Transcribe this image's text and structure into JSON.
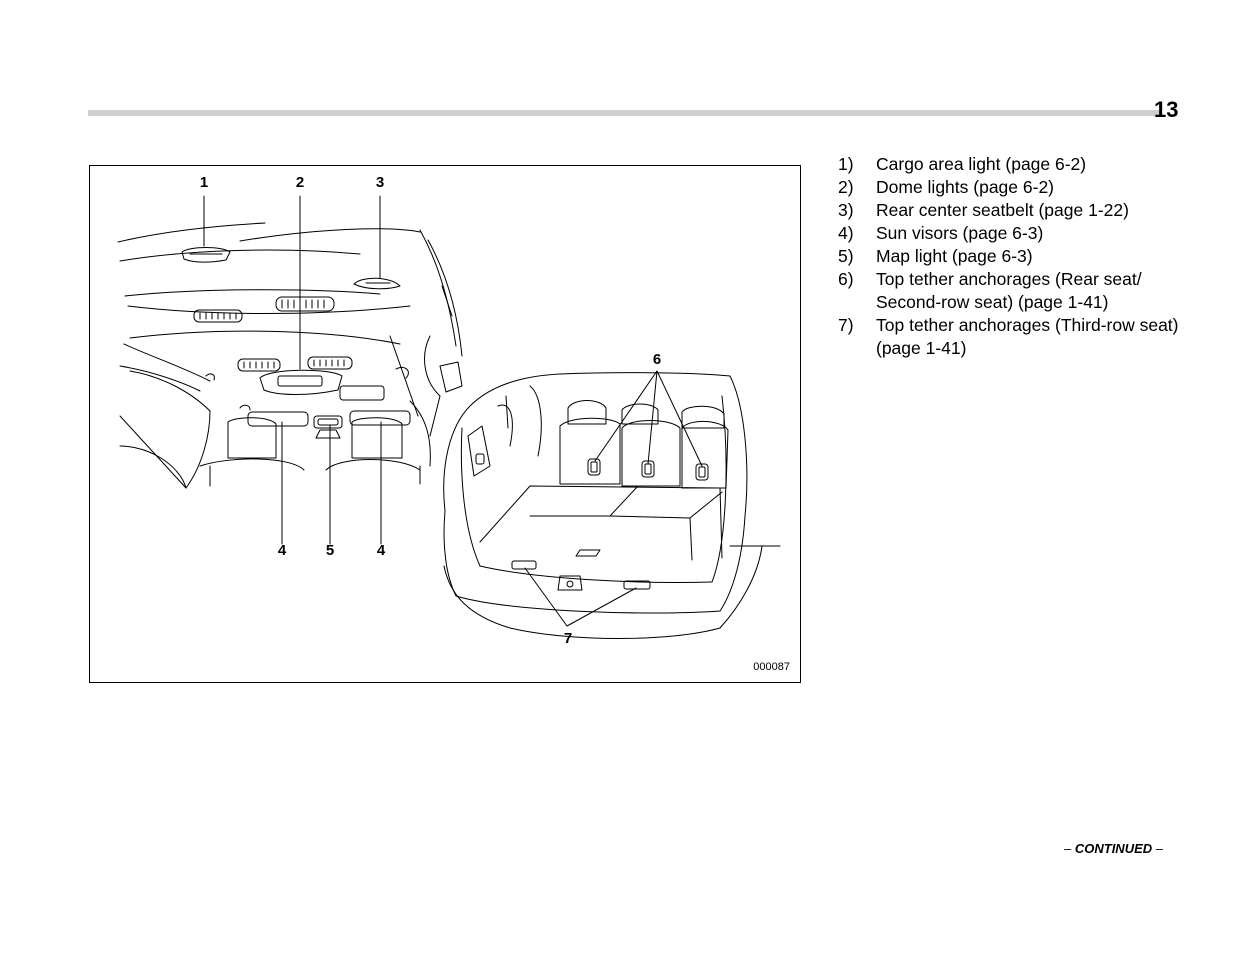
{
  "page_number": "13",
  "figure": {
    "id": "000087",
    "callouts": [
      "1",
      "2",
      "3",
      "4",
      "5",
      "4",
      "6",
      "7"
    ]
  },
  "legend": [
    {
      "num": "1)",
      "text": "Cargo area light (page 6-2)"
    },
    {
      "num": "2)",
      "text": "Dome lights (page 6-2)"
    },
    {
      "num": "3)",
      "text": "Rear center seatbelt (page 1-22)"
    },
    {
      "num": "4)",
      "text": "Sun visors (page 6-3)"
    },
    {
      "num": "5)",
      "text": "Map light (page 6-3)"
    },
    {
      "num": "6)",
      "text": "Top tether anchorages (Rear seat/ Second-row seat) (page 1-41)"
    },
    {
      "num": "7)",
      "text": "Top tether anchorages (Third-row seat) (page 1-41)"
    }
  ],
  "footer": {
    "dash_left": "–",
    "continued": "CONTINUED",
    "dash_right": "–"
  }
}
